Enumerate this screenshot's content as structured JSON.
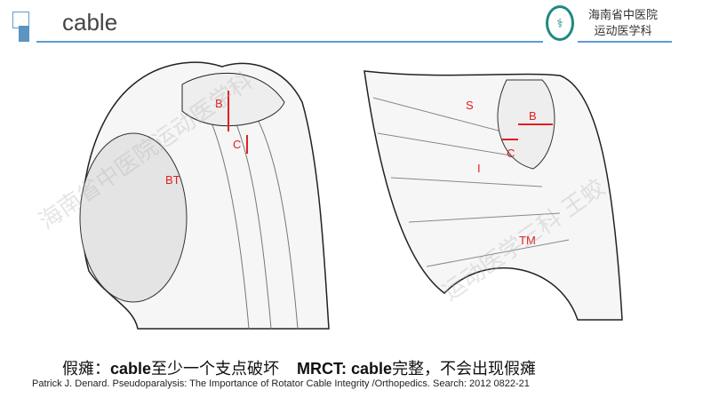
{
  "header": {
    "title": "cable",
    "hospital_line1": "海南省中医院",
    "hospital_line2": "运动医学科"
  },
  "figure_left": {
    "labels": [
      "B",
      "C",
      "BT"
    ]
  },
  "figure_right": {
    "labels": [
      "S",
      "B",
      "C",
      "I",
      "TM"
    ]
  },
  "watermark": {
    "text1": "海南省中医院运动医学科",
    "text2": "运动医学三科 王蛟"
  },
  "footer": {
    "statement_a_prefix": "假瘫：",
    "statement_a_bold": "cable",
    "statement_a_rest": "至少一个支点破坏",
    "statement_b_bold": "MRCT: cable",
    "statement_b_rest": "完整，不会出现假瘫",
    "citation": "Patrick J. Denard. Pseudoparalysis: The Importance of Rotator Cable Integrity /Orthopedics. Search: 2012 0822-21"
  },
  "colors": {
    "accent": "#5b9bd5",
    "label": "#e02020",
    "logo": "#1e8a7f"
  }
}
